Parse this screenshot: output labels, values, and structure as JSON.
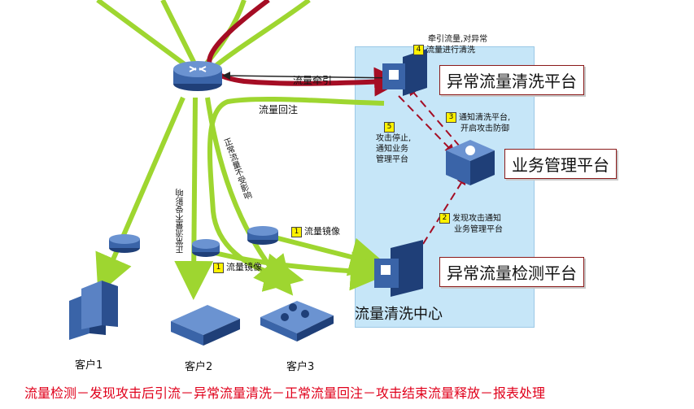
{
  "center": {
    "title": "流量清洗中心"
  },
  "platforms": {
    "clean": "异常流量清洗平台",
    "business": "业务管理平台",
    "detect": "异常流量检测平台"
  },
  "flows": {
    "redirect": "流量牵引",
    "reinject": "流量回注",
    "mirror": "流量镜像",
    "normal_a": "正常流量不受影响",
    "normal_b": "正常流量不受影响"
  },
  "steps": {
    "s4": {
      "num": "4",
      "line1": "牵引流量,对异常",
      "line2": "流量进行清洗"
    },
    "s3": {
      "num": "3",
      "line1": "通知清洗平台,",
      "line2": "开启攻击防御"
    },
    "s5": {
      "num": "5",
      "line1": "攻击停止,",
      "line2": "通知业务",
      "line3": "管理平台"
    },
    "s2": {
      "num": "2",
      "line1": "发现攻击通知",
      "line2": "业务管理平台"
    },
    "s1a": {
      "num": "1",
      "text": "流量镜像"
    },
    "s1b": {
      "num": "1",
      "text": "流量镜像"
    }
  },
  "customers": [
    "客户1",
    "客户2",
    "客户3"
  ],
  "footer": "流量检测－发现攻击后引流－异常流量清洗－正常流量回注－攻击结束流量释放－报表处理",
  "colors": {
    "green": "#9ed630",
    "darkred": "#a50d24",
    "panel": "#c6e6f8",
    "footer": "#e0001b"
  }
}
